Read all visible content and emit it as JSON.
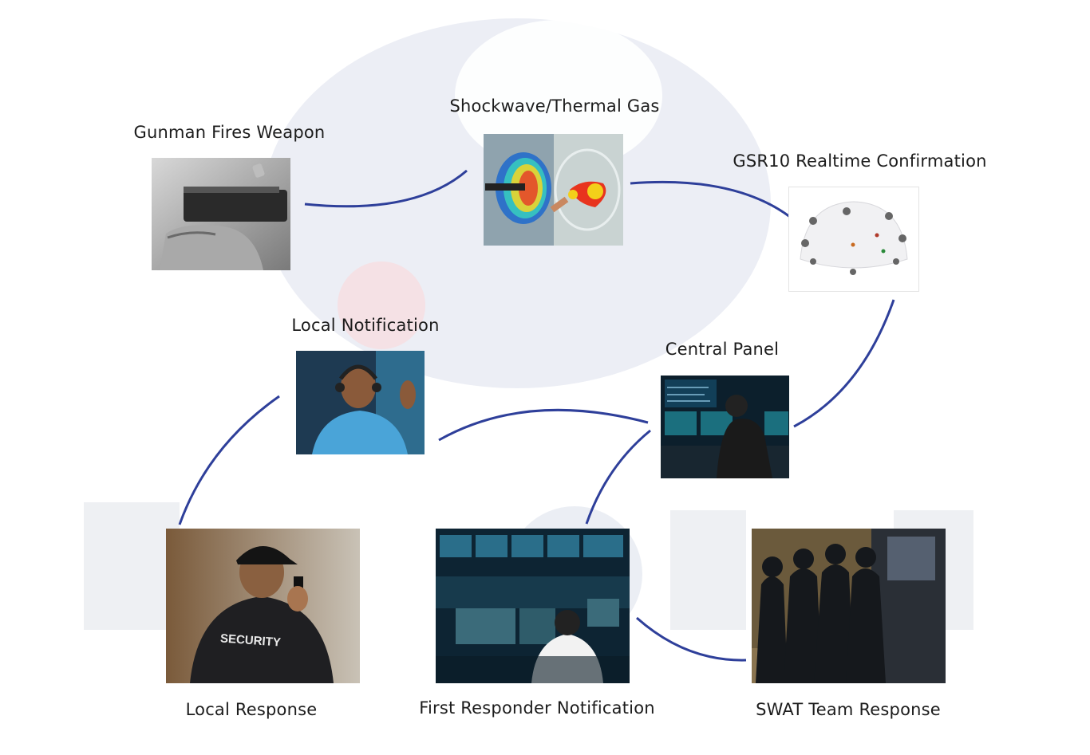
{
  "nodes": {
    "gunman": {
      "label": "Gunman Fires Weapon"
    },
    "shockwave": {
      "label": "Shockwave/Thermal Gas"
    },
    "gsr10": {
      "label": "GSR10 Realtime Confirmation"
    },
    "local_notification": {
      "label": "Local Notification"
    },
    "central_panel": {
      "label": "Central Panel"
    },
    "local_response": {
      "label": "Local Response"
    },
    "first_responder": {
      "label": "First Responder Notification"
    },
    "swat": {
      "label": "SWAT Team Response"
    }
  },
  "photo_text": {
    "security_jacket": "SECURITY"
  },
  "colors": {
    "connector": "#2e3f9a",
    "watermark": "#e9eaf2",
    "watermark_dot": "#f6d9dc"
  },
  "icons": {
    "gunman": "handgun-photo",
    "shockwave": "thermal-shockwave-photo",
    "gsr10": "dome-sensor-photo",
    "local_notification": "security-operator-headset-photo",
    "central_panel": "control-room-operator-photo",
    "local_response": "security-guard-radio-photo",
    "first_responder": "command-center-photo",
    "swat": "swat-team-photo"
  }
}
